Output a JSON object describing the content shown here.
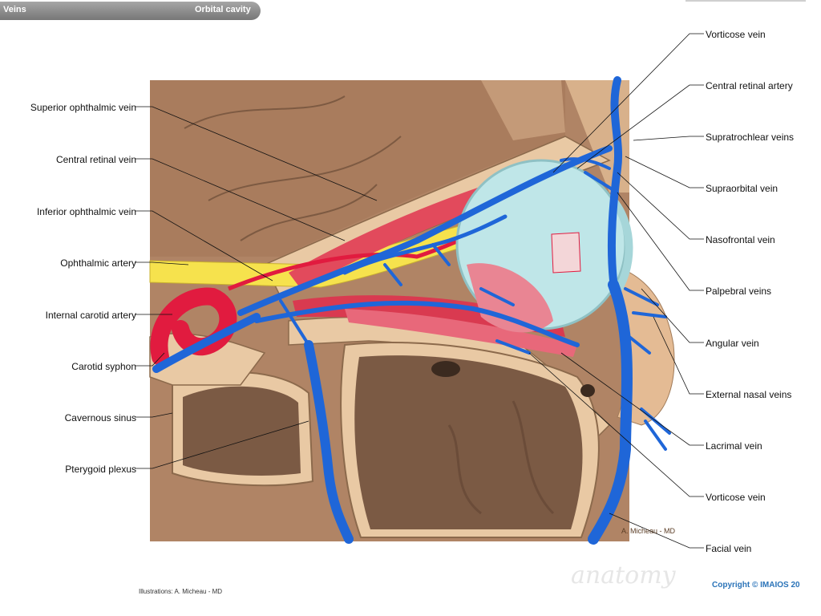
{
  "header": {
    "left_tab": "Veins",
    "right_tab": "Orbital cavity"
  },
  "labels_left": [
    "Superior ophthalmic vein",
    "Central retinal vein",
    "Inferior ophthalmic vein",
    "Ophthalmic artery",
    "Internal carotid artery",
    "Carotid syphon",
    "Cavernous sinus",
    "Pterygoid plexus"
  ],
  "labels_right": [
    "Vorticose vein",
    "Central retinal artery",
    "Supratrochlear veins",
    "Supraorbital vein",
    "Nasofrontal vein",
    "Palpebral veins",
    "Angular vein",
    "External nasal veins",
    "Lacrimal vein",
    "Vorticose vein",
    "Facial vein"
  ],
  "footer": {
    "credit": "Illustrations: A. Micheau - MD",
    "copyright": "Copyright © IMAIOS 20",
    "watermark": "anatomy",
    "signature": "A. Micheau - MD"
  },
  "colors": {
    "bone": "#e9c9a4",
    "bone_dark": "#8c6a4c",
    "brain": "#b08465",
    "sinus": "#7b5a44",
    "vein": "#1f66d8",
    "artery": "#e11b3f",
    "muscle": "#e24a5c",
    "nerve": "#f6e24d",
    "eye": "#bfe6e8",
    "copyright": "#2a73b8"
  }
}
